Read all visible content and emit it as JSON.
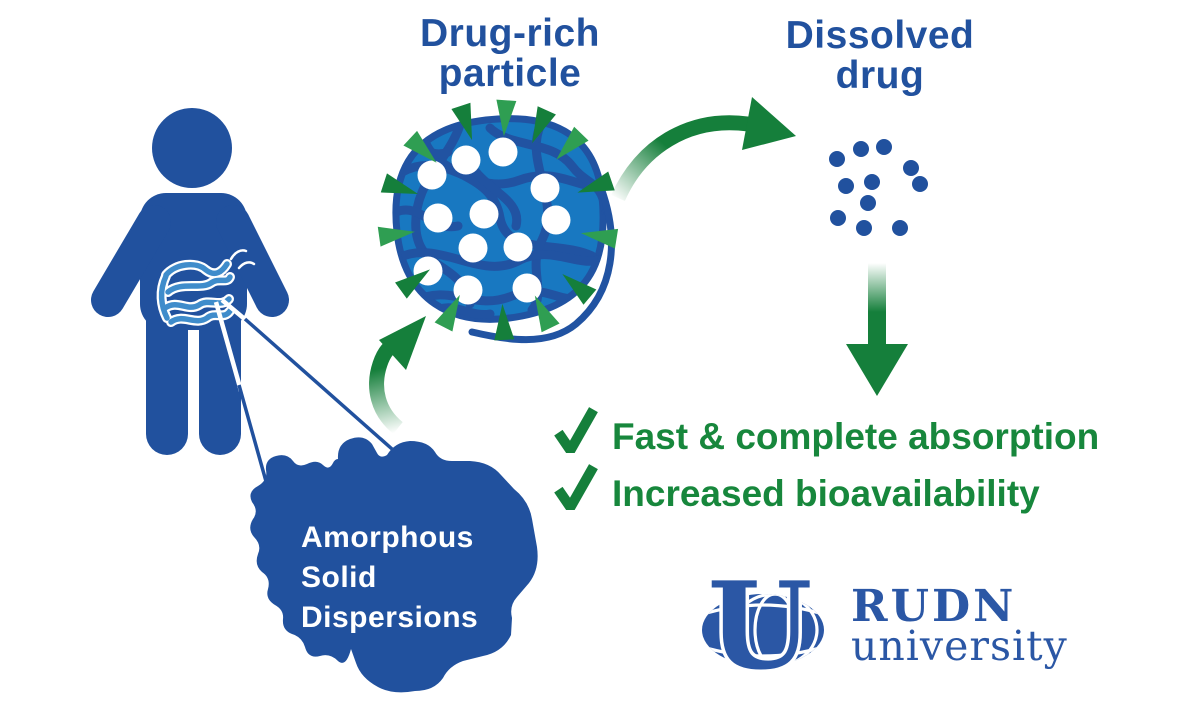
{
  "labels": {
    "drug_rich_particle": {
      "line1": "Drug-rich",
      "line2": "particle"
    },
    "dissolved_drug": {
      "line1": "Dissolved",
      "line2": "drug"
    },
    "asd": {
      "line1": "Amorphous",
      "line2": "Solid",
      "line3": "Dispersions"
    }
  },
  "benefits": {
    "items": [
      {
        "icon": "checkmark-icon",
        "text": "Fast & complete absorption"
      },
      {
        "icon": "checkmark-icon",
        "text": "Increased bioavailability"
      }
    ]
  },
  "logo": {
    "mark": "U",
    "name": "RUDN",
    "subtitle": "university"
  },
  "icons": {
    "person": "person-silhouette-icon",
    "intestine": "intestine-icon",
    "particle": "drug-rich-particle-icon",
    "spikes": "surfactant-spike-icon",
    "molecules": "drug-molecule-dot",
    "dissolved": "dissolved-drug-dots-icon",
    "arrow_release": "curved-arrow-up-icon",
    "arrow_dissolution": "curved-arrow-right-icon",
    "arrow_absorption": "down-arrow-icon",
    "check": "checkmark-icon",
    "globe": "globe-icon"
  },
  "colors": {
    "primary_blue": "#21519E",
    "particle_blue": "#1878C1",
    "strand_blue": "#2153A2",
    "intestine_blue": "#3F8CCB",
    "green_dark": "#157F3B",
    "green_light": "#2F9E52",
    "green_text": "#17873C",
    "logo_blue": "#2B57A5",
    "background": "#FFFFFF"
  }
}
